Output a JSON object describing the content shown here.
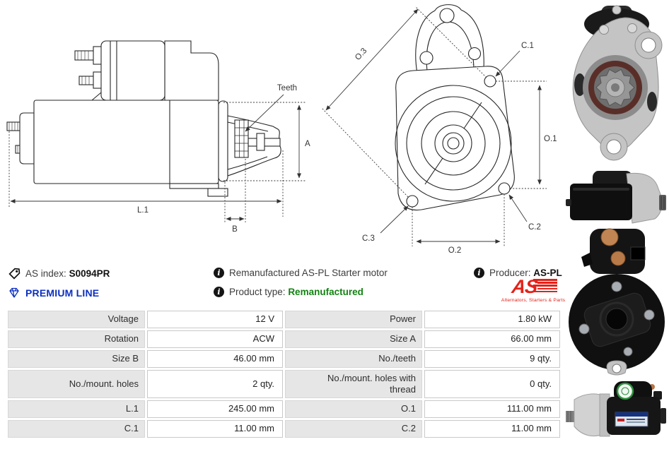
{
  "product": {
    "as_index_label": "AS index:",
    "as_index": "S0094PR",
    "line_badge": "PREMIUM LINE",
    "description_info": "Remanufactured AS-PL Starter motor",
    "product_type_label": "Product type:",
    "product_type": "Remanufactured",
    "producer_label": "Producer:",
    "producer": "AS-PL"
  },
  "brand_logo": {
    "text": "AS",
    "tagline": "Alternators, Starters & Parts"
  },
  "diagram_labels": {
    "side": {
      "teeth": "Teeth",
      "a": "A",
      "l1": "L.1",
      "b": "B"
    },
    "front": {
      "o3": "O.3",
      "c1": "C.1",
      "o1": "O.1",
      "c2": "C.2",
      "c3": "C.3",
      "o2": "O.2"
    }
  },
  "spec_table": {
    "rows": [
      {
        "l1": "Voltage",
        "v1": "12 V",
        "l2": "Power",
        "v2": "1.80 kW"
      },
      {
        "l1": "Rotation",
        "v1": "ACW",
        "l2": "Size A",
        "v2": "66.00 mm"
      },
      {
        "l1": "Size B",
        "v1": "46.00 mm",
        "l2": "No./teeth",
        "v2": "9 qty."
      },
      {
        "l1": "No./mount. holes",
        "v1": "2 qty.",
        "l2": "No./mount. holes with thread",
        "v2": "0 qty."
      },
      {
        "l1": "L.1",
        "v1": "245.00 mm",
        "l2": "O.1",
        "v2": "111.00 mm"
      },
      {
        "l1": "C.1",
        "v1": "11.00 mm",
        "l2": "C.2",
        "v2": "11.00 mm"
      }
    ]
  },
  "colors": {
    "premium_blue": "#0b2fc1",
    "type_green": "#128212",
    "logo_red": "#e2231a",
    "table_label_bg": "#e6e6e6",
    "table_border": "#c9c9c9",
    "line_color": "#262626"
  }
}
